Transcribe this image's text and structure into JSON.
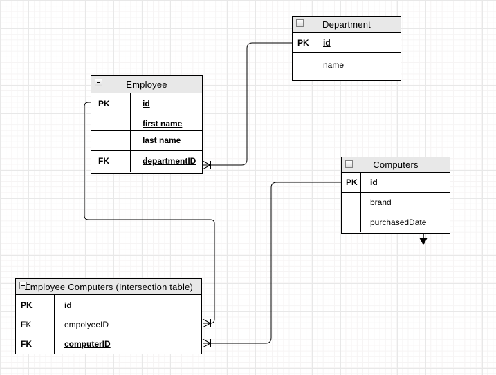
{
  "canvas": {
    "background": "#ffffff",
    "grid_minor_color": "#f6f4f4",
    "grid_major_color": "#e8e8e8",
    "table_header_fill": "#e8e8e8",
    "line_color": "#000000"
  },
  "tables": {
    "department": {
      "title": "Department",
      "rows": [
        {
          "key": "PK",
          "attrs": [
            "id"
          ]
        },
        {
          "key": "",
          "attrs": [
            "name"
          ]
        }
      ]
    },
    "employee": {
      "title": "Employee",
      "rows": [
        {
          "key": "PK",
          "attrs": [
            "id",
            "first name"
          ]
        },
        {
          "key": "",
          "attrs": [
            "last name"
          ]
        },
        {
          "key": "FK",
          "attrs": [
            "departmentID"
          ]
        }
      ]
    },
    "computers": {
      "title": "Computers",
      "rows": [
        {
          "key": "PK",
          "attrs": [
            "id"
          ]
        },
        {
          "key": "",
          "attrs": [
            "brand",
            "purchasedDate"
          ]
        }
      ]
    },
    "employee_computers": {
      "title": "Employee Computers (Intersection table)",
      "rows": [
        {
          "key": "PK",
          "attrs": [
            "id"
          ]
        },
        {
          "key": "FK",
          "attrs": [
            "empolyeeID"
          ]
        },
        {
          "key": "FK",
          "attrs": [
            "computerID"
          ]
        }
      ]
    }
  },
  "relationships": [
    {
      "from": "Employee.departmentID",
      "to": "Department.id",
      "from_symbol": "crow-foot-with-bar",
      "to_symbol": "none"
    },
    {
      "from": "Employee Computers.empolyeeID",
      "to": "Employee.id",
      "from_symbol": "crow-foot-with-bar",
      "to_symbol": "none"
    },
    {
      "from": "Employee Computers.computerID",
      "to": "Computers.id",
      "from_symbol": "crow-foot-with-bar",
      "to_symbol": "none"
    }
  ],
  "annotations": [
    {
      "type": "solid-down-arrow",
      "location": "below bottom edge of Computers table"
    }
  ]
}
